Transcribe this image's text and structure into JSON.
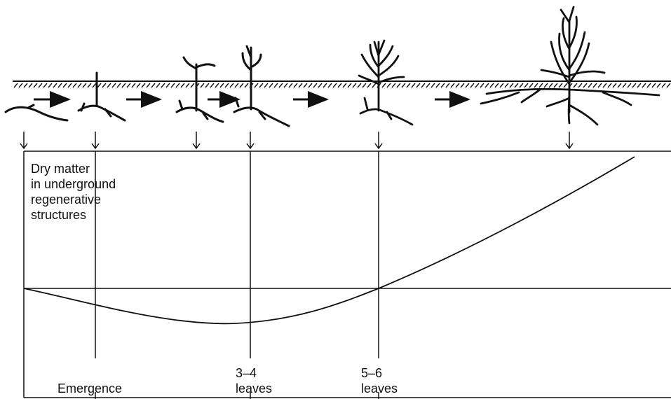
{
  "y_axis_label": [
    "Dry matter",
    "in underground",
    "regenerative",
    "structures"
  ],
  "stage_labels": {
    "emergence": "Emergence",
    "three_four_leaves": [
      "3–4",
      "leaves"
    ],
    "five_six_leaves": [
      "5–6",
      "leaves"
    ]
  },
  "growth_stages": 6,
  "colors": {
    "ink": "#111111",
    "background": "#ffffff"
  }
}
